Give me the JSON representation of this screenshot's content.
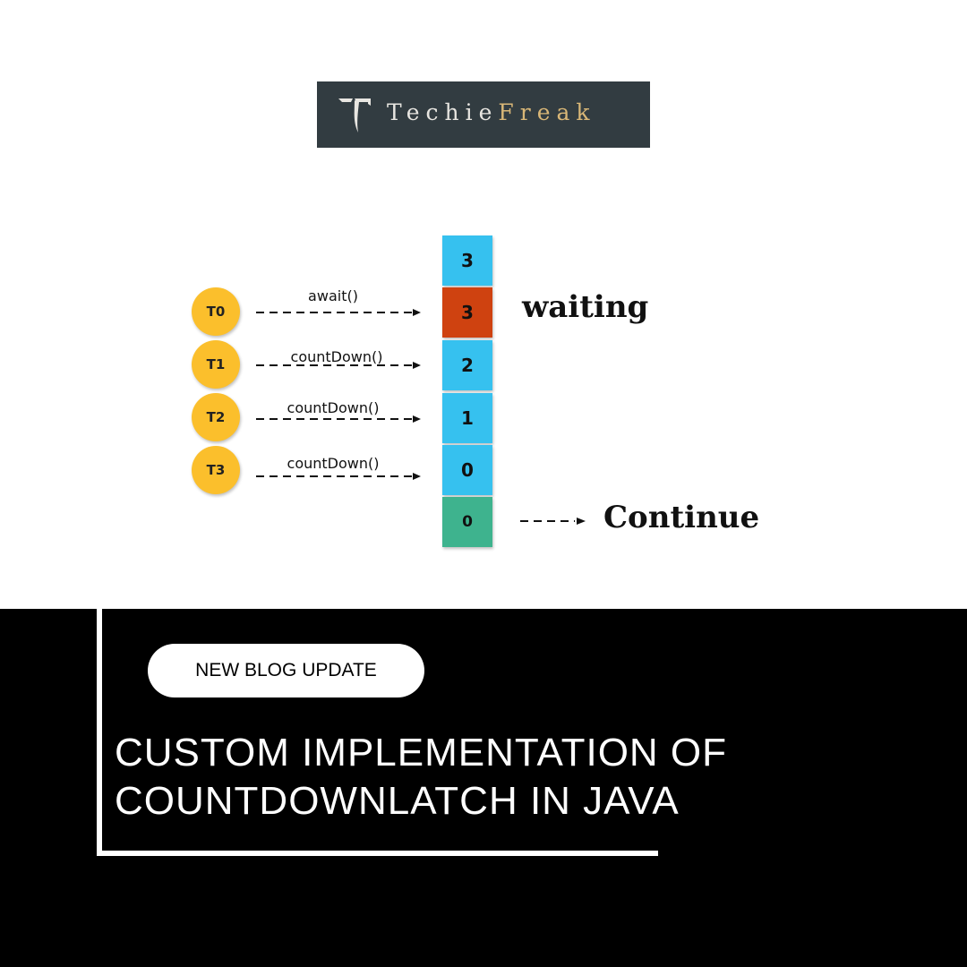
{
  "logo": {
    "prefix": "Techie",
    "suffix": "Freak"
  },
  "diagram": {
    "threads": [
      {
        "name": "T0",
        "operation": "await()"
      },
      {
        "name": "T1",
        "operation": "countDown()"
      },
      {
        "name": "T2",
        "operation": "countDown()"
      },
      {
        "name": "T3",
        "operation": "countDown()"
      }
    ],
    "counter_values": [
      "3",
      "3",
      "2",
      "1",
      "0",
      "0"
    ],
    "waiting_label": "waiting",
    "continue_label": "Continue",
    "colors": {
      "thread": "#fbbf2c",
      "counter": "#36c1ef",
      "waiting": "#cf4210",
      "released": "#3eb38e"
    }
  },
  "banner": {
    "badge": "NEW BLOG UPDATE",
    "title_line1": "CUSTOM IMPLEMENTATION OF",
    "title_line2": "COUNTDOWNLATCH IN JAVA"
  }
}
